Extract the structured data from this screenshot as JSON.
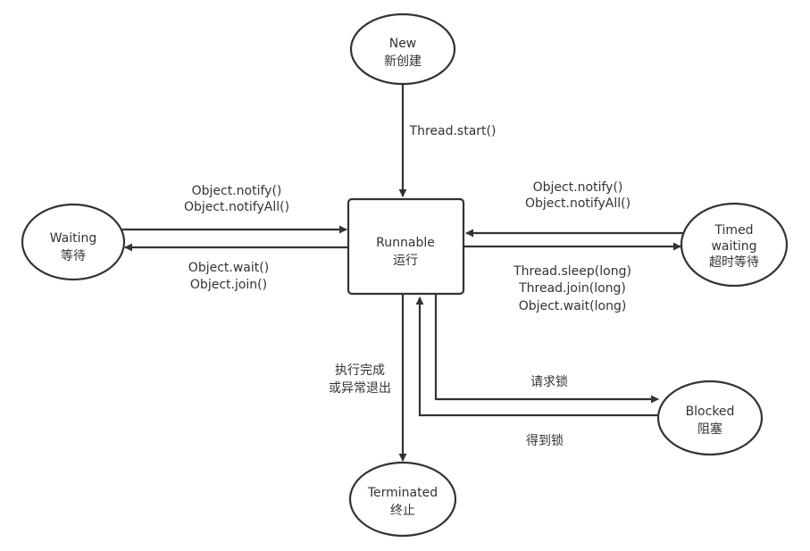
{
  "diagram": {
    "nodes": {
      "new": {
        "line1": "New",
        "line2": "新创建"
      },
      "runnable": {
        "line1": "Runnable",
        "line2": "运行"
      },
      "waiting": {
        "line1": "Waiting",
        "line2": "等待"
      },
      "timed_waiting": {
        "line1": "Timed",
        "line2": "waiting",
        "line3": "超时等待"
      },
      "blocked": {
        "line1": "Blocked",
        "line2": "阻塞"
      },
      "terminated": {
        "line1": "Terminated",
        "line2": "终止"
      }
    },
    "edges": {
      "start": {
        "line1": "Thread.start()"
      },
      "waiting_to_runnable": {
        "line1": "Object.notify()",
        "line2": "Object.notifyAll()"
      },
      "runnable_to_waiting": {
        "line1": "Object.wait()",
        "line2": "Object.join()"
      },
      "timed_to_runnable": {
        "line1": "Object.notify()",
        "line2": "Object.notifyAll()"
      },
      "runnable_to_timed": {
        "line1": "Thread.sleep(long)",
        "line2": "Thread.join(long)",
        "line3": "Object.wait(long)"
      },
      "runnable_to_terminated": {
        "line1": "执行完成",
        "line2": "或异常退出"
      },
      "runnable_to_blocked": {
        "line1": "请求锁"
      },
      "blocked_to_runnable": {
        "line1": "得到锁"
      }
    }
  }
}
